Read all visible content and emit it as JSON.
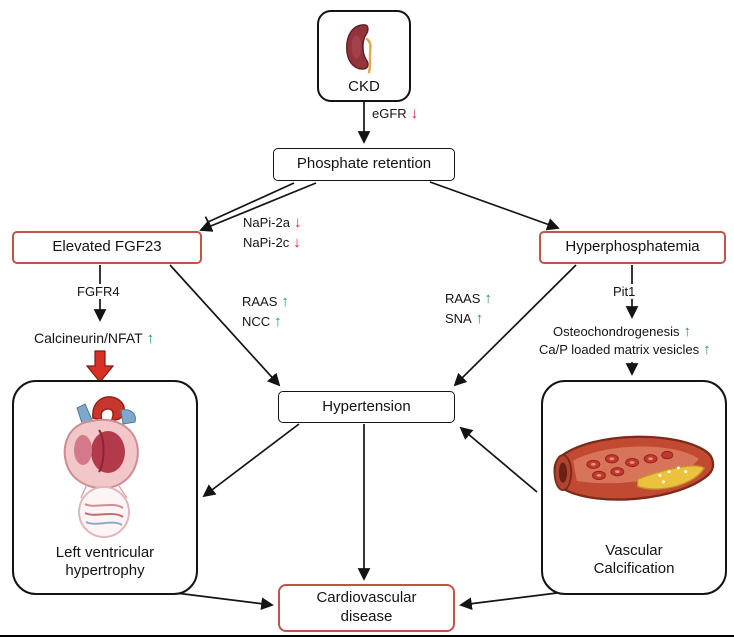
{
  "nodes": {
    "ckd": "CKD",
    "phosphate_retention": "Phosphate retention",
    "elevated_fgf23": "Elevated FGF23",
    "hyperphosphatemia": "Hyperphosphatemia",
    "hypertension": "Hypertension",
    "left_ventricular_hypertrophy": "Left ventricular hypertrophy",
    "vascular_calcification": "Vascular Calcification",
    "cardiovascular_disease": "Cardiovascular disease"
  },
  "edge_labels": {
    "egfr": "eGFR",
    "napi_2a": "NaPi-2a",
    "napi_2c": "NaPi-2c",
    "fgfr4": "FGFR4",
    "calcineurin_nfat": "Calcineurin/NFAT",
    "raas_left": "RAAS",
    "ncc": "NCC",
    "raas_right": "RAAS",
    "sna": "SNA",
    "pit1": "Pit1",
    "osteochondrogenesis": "Osteochondrogenesis",
    "cap_matrix_vesicles": "Ca/P loaded matrix vesicles"
  },
  "icons": {
    "decrease_arrow": "↓",
    "increase_arrow": "↑"
  },
  "colors": {
    "decrease": "#e01b1b",
    "increase": "#17a04a",
    "highlight_border": "#bf5449",
    "node_border": "#141414"
  }
}
